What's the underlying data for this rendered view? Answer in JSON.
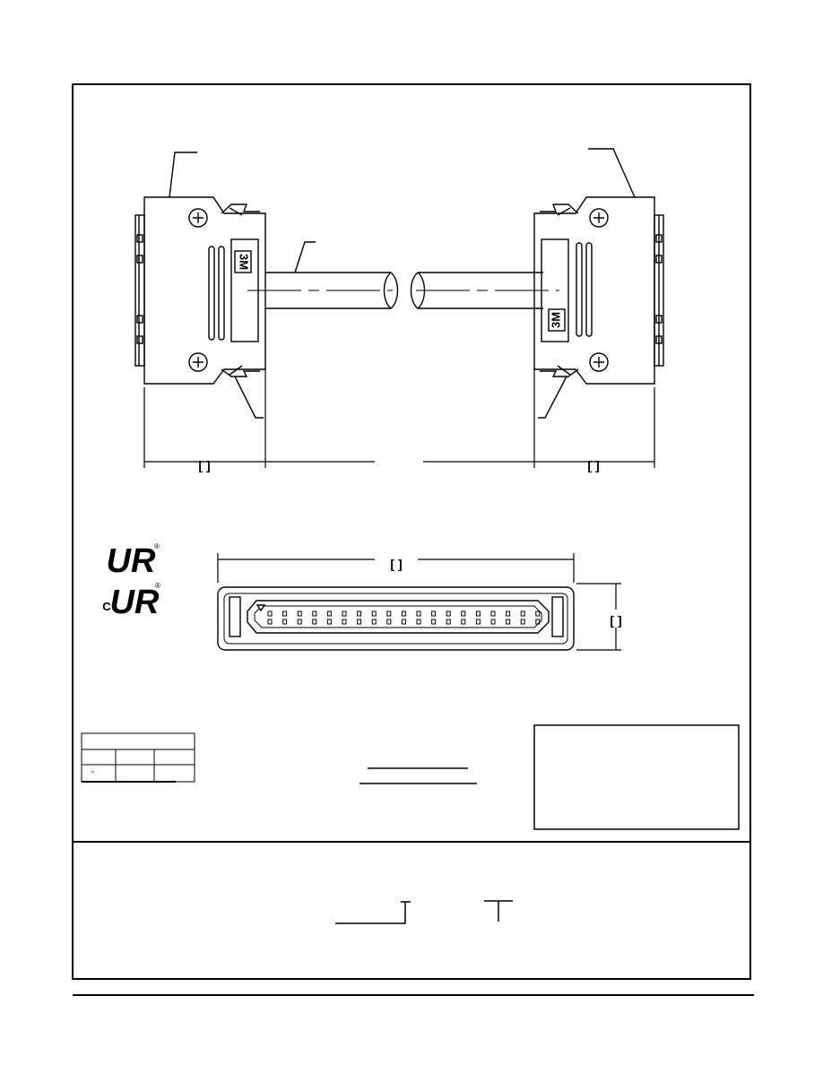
{
  "drawing": {
    "brand_mark": "3M",
    "certifications": [
      {
        "name": "ur-recognized-mark",
        "glyph": "UR",
        "suffix": "®"
      },
      {
        "name": "cur-recognized-mark",
        "prefix": "C",
        "glyph": "UR",
        "suffix": "®"
      }
    ],
    "dimension_brackets": {
      "left_length": "[ ]",
      "right_length": "[ ]",
      "face_width": "[ ]",
      "face_height": "[ ]"
    },
    "revision_table_mark": "\""
  },
  "colors": {
    "ink": "#000000",
    "paper": "#ffffff"
  }
}
